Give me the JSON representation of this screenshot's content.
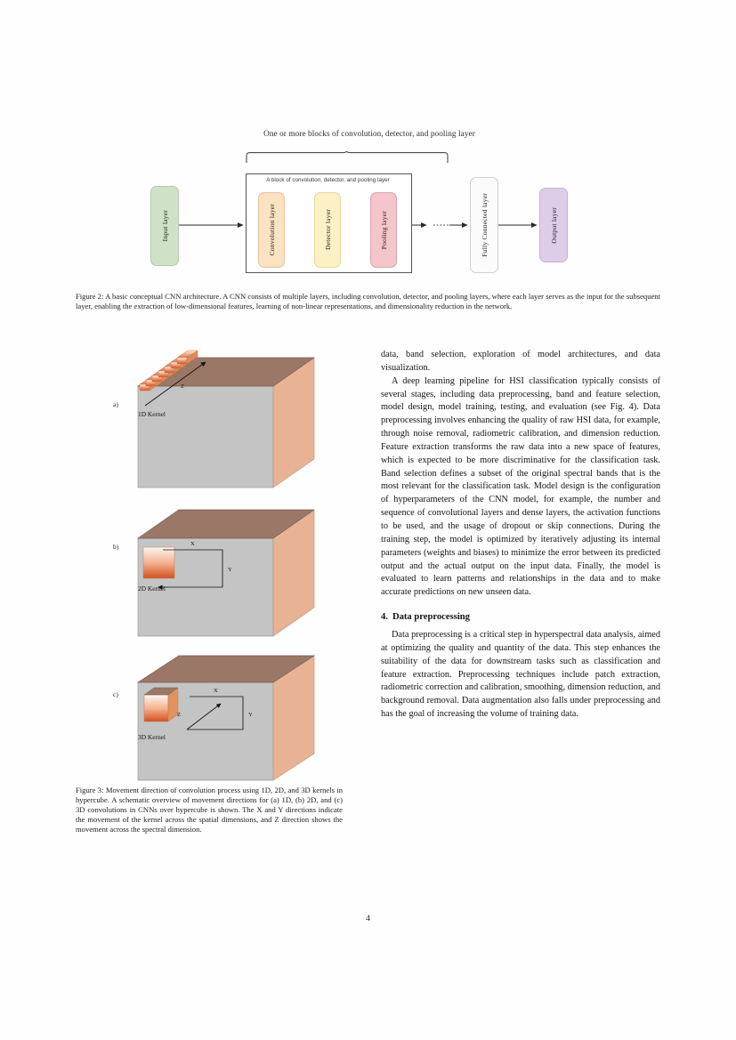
{
  "page": {
    "number": "4"
  },
  "figure2": {
    "brace_label": "One or more blocks of convolution, detector, and pooling layer",
    "block_title": "A block of convolution, detector, and pooling layer",
    "nodes": {
      "input": "Input layer",
      "convolution": "Convolution layer",
      "detector": "Detector layer",
      "pooling": "Pooling layer",
      "ellipsis": "......",
      "fully_connected": "Fully Connected layer",
      "output": "Output layer"
    },
    "colors": {
      "input": "#cfe2c7",
      "convolution": "#fbe2c2",
      "detector": "#fbf1c4",
      "pooling": "#f4c5cb",
      "fully_connected": "#fbfbfb",
      "output": "#ddcde9",
      "arrow": "#2b2b2b",
      "block_border": "#555555"
    },
    "caption": "Figure 2: A basic conceptual CNN architecture. A CNN consists of multiple layers, including convolution, detector, and pooling layers, where each layer serves as the input for the subsequent layer, enabling the extraction of low-dimensional features, learning of non-linear representations, and dimensionality reduction in the network."
  },
  "figure3": {
    "panels": [
      {
        "letter": "a)",
        "kernel_label": "1D Kernel",
        "axis_labels": [
          "Z"
        ]
      },
      {
        "letter": "b)",
        "kernel_label": "2D Kernel",
        "axis_labels": [
          "X",
          "Y"
        ]
      },
      {
        "letter": "c)",
        "kernel_label": "3D Kernel",
        "axis_labels": [
          "X",
          "Y",
          "Z"
        ]
      }
    ],
    "colors": {
      "cube_front": "#c4c4c4",
      "cube_top": "#9a7766",
      "cube_side": "#e8b295",
      "kernel_top": "#fdf4ef",
      "kernel_bottom": "#d9562a",
      "outline": "#8a8a8a"
    },
    "caption": "Figure 3: Movement direction of convolution process using 1D, 2D, and 3D kernels in hypercube. A schematic overview of movement directions for (a) 1D, (b) 2D, and (c) 3D convolutions in CNNs over hypercube is shown. The X and Y directions indicate the movement of the kernel across the spatial dimensions, and Z direction shows the movement across the spectral dimension."
  },
  "body": {
    "paragraph_continued": "data, band selection, exploration of model architectures, and data visualization.",
    "paragraph_pipeline": "A deep learning pipeline for HSI classification typically consists of several stages, including data preprocessing, band and feature selection, model design, model training, testing, and evaluation (see Fig. 4). Data preprocessing involves enhancing the quality of raw HSI data, for example, through noise removal, radiometric calibration, and dimension reduction. Feature extraction transforms the raw data into a new space of features, which is expected to be more discriminative for the classification task. Band selection defines a subset of the original spectral bands that is the most relevant for the classification task. Model design is the configuration of hyperparameters of the CNN model, for example, the number and sequence of convolutional layers and dense layers, the activation functions to be used, and the usage of dropout or skip connections. During the training step, the model is optimized by iteratively adjusting its internal parameters (weights and biases) to minimize the error between its predicted output and the actual output on the input data. Finally, the model is evaluated to learn patterns and relationships in the data and to make accurate predictions on new unseen data.",
    "section": {
      "number": "4.",
      "title": "Data preprocessing"
    },
    "paragraph_preprocessing": "Data preprocessing is a critical step in hyperspectral data analysis, aimed at optimizing the quality and quantity of the data. This step enhances the suitability of the data for downstream tasks such as classification and feature extraction. Preprocessing techniques include patch extraction, radiometric correction and calibration, smoothing, dimension reduction, and background removal. Data augmentation also falls under preprocessing and has the goal of increasing the volume of training data."
  }
}
